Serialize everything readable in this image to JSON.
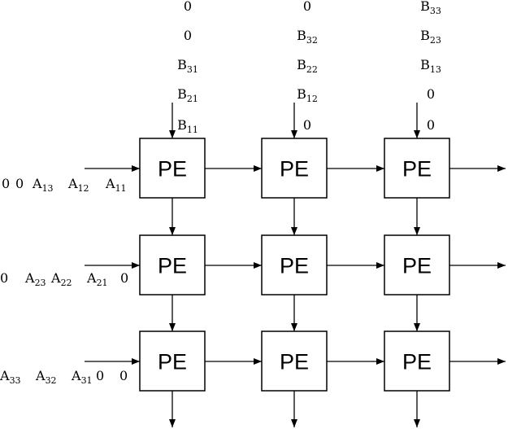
{
  "diagram": {
    "pe_label": "PE",
    "grid": {
      "rows": 3,
      "cols": 3
    },
    "b_inputs": [
      [
        {
          "base": "0",
          "sub": ""
        },
        {
          "base": "0",
          "sub": ""
        },
        {
          "base": "B",
          "sub": "31"
        },
        {
          "base": "B",
          "sub": "21"
        },
        {
          "base": "B",
          "sub": "11"
        }
      ],
      [
        {
          "base": "0",
          "sub": ""
        },
        {
          "base": "B",
          "sub": "32"
        },
        {
          "base": "B",
          "sub": "22"
        },
        {
          "base": "B",
          "sub": "12"
        },
        {
          "base": "0",
          "sub": ""
        }
      ],
      [
        {
          "base": "B",
          "sub": "33"
        },
        {
          "base": "B",
          "sub": "23"
        },
        {
          "base": "B",
          "sub": "13"
        },
        {
          "base": "0",
          "sub": ""
        },
        {
          "base": "0",
          "sub": ""
        }
      ]
    ],
    "a_inputs": [
      [
        {
          "base": "0",
          "sub": ""
        },
        {
          "base": "0",
          "sub": ""
        },
        {
          "base": "A",
          "sub": "13"
        },
        {
          "base": "A",
          "sub": "12"
        },
        {
          "base": "A",
          "sub": "11"
        }
      ],
      [
        {
          "base": "0",
          "sub": ""
        },
        {
          "base": "A",
          "sub": "23"
        },
        {
          "base": "A",
          "sub": "22"
        },
        {
          "base": "A",
          "sub": "21"
        },
        {
          "base": "0",
          "sub": ""
        }
      ],
      [
        {
          "base": "A",
          "sub": "33"
        },
        {
          "base": "A",
          "sub": "32"
        },
        {
          "base": "A",
          "sub": "31"
        },
        {
          "base": "0",
          "sub": ""
        },
        {
          "base": "0",
          "sub": ""
        }
      ]
    ]
  }
}
